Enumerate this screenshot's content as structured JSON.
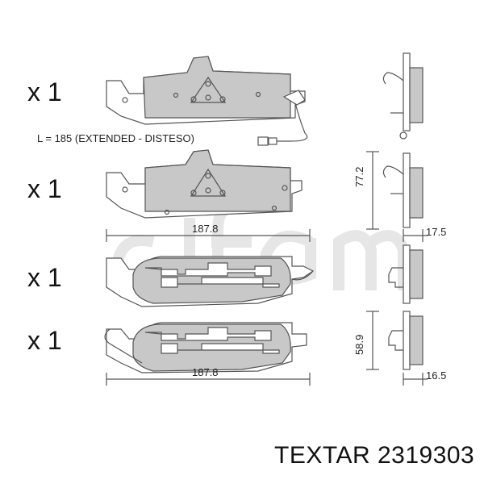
{
  "rows": [
    {
      "quantity": "x 1"
    },
    {
      "quantity": "x 1"
    },
    {
      "quantity": "x 1"
    },
    {
      "quantity": "x 1"
    }
  ],
  "note": "L = 185 (EXTENDED - DISTESO)",
  "dimensions": {
    "width_top": "187.8",
    "width_bottom": "187.8",
    "height_top": "77.2",
    "height_bottom": "58.9",
    "thickness_top": "17.5",
    "thickness_bottom": "16.5"
  },
  "footer": {
    "brand_part": "TEXTAR 2319303"
  },
  "watermark": "cifam",
  "colors": {
    "pad_fill": "#c8c8c8",
    "line": "#555555",
    "background": "#ffffff"
  }
}
